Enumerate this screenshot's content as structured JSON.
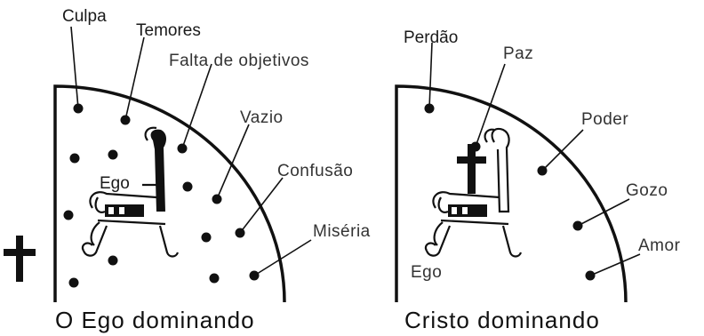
{
  "diagrams": {
    "left": {
      "caption": "O Ego dominando",
      "throne_label": "Ego",
      "labels": {
        "culpa": "Culpa",
        "temores": "Temores",
        "falta": "Falta de objetivos",
        "vazio": "Vazio",
        "confusao": "Confusão",
        "miseria": "Miséria"
      }
    },
    "right": {
      "caption": "Cristo dominando",
      "outside_label": "Ego",
      "labels": {
        "perdao": "Perdão",
        "paz": "Paz",
        "poder": "Poder",
        "gozo": "Gozo",
        "amor": "Amor"
      }
    }
  },
  "colors": {
    "ink": "#111111",
    "background": "#ffffff"
  }
}
